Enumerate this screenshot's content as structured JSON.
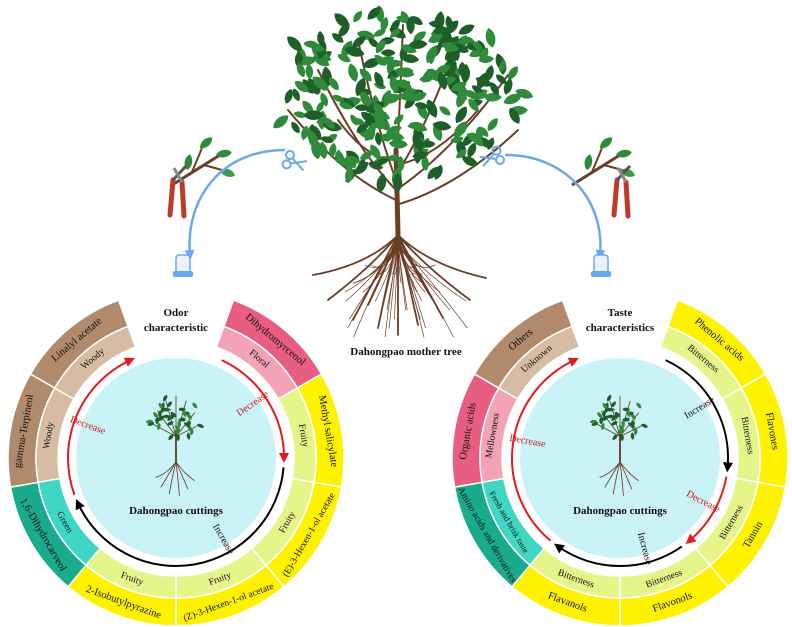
{
  "center_label": "Dahongpao mother tree",
  "odor": {
    "title_line1": "Odor",
    "title_line2": "characteristic",
    "center_label": "Dahongpao cuttings",
    "increase_label": "Increase",
    "decrease_label_a": "Decrease",
    "decrease_label_b": "Decrease",
    "segments": [
      {
        "compound": "Dihydromyrcenol",
        "attribute": "Floral",
        "outer_color": "#e85d82",
        "inner_color": "#f4a3b6"
      },
      {
        "compound": "Methyl salicylate",
        "attribute": "Fruity",
        "outer_color": "#fff200",
        "inner_color": "#e6f58a"
      },
      {
        "compound": "(E)-3-Hexen-1-ol acetate",
        "attribute": "Fruity",
        "outer_color": "#fff200",
        "inner_color": "#e6f58a"
      },
      {
        "compound": "(Z)-3-Hexen-1-ol acetate",
        "attribute": "Fruity",
        "outer_color": "#fff200",
        "inner_color": "#e6f58a"
      },
      {
        "compound": "2-Isobutylpyrazine",
        "attribute": "Fruity",
        "outer_color": "#fff200",
        "inner_color": "#e6f58a"
      },
      {
        "compound": "1,6-Dihydrocarveol",
        "attribute": "Green",
        "outer_color": "#1aaa8c",
        "inner_color": "#3fd6c4"
      },
      {
        "compound": "gamma-Terpineol",
        "attribute": "Woody",
        "outer_color": "#b08a6a",
        "inner_color": "#d6bca2"
      },
      {
        "compound": "Linalyl acetate",
        "attribute": "Woody",
        "outer_color": "#b08a6a",
        "inner_color": "#d6bca2"
      }
    ]
  },
  "taste": {
    "title_line1": "Taste",
    "title_line2": "characteristics",
    "center_label": "Dahongpao cuttings",
    "increase_label_a": "Increase",
    "increase_label_b": "Increase",
    "decrease_label_a": "Decrease",
    "decrease_label_b": "Decrease",
    "segments": [
      {
        "compound": "Phenolic acids",
        "attribute": "Bitterness",
        "outer_color": "#fff200",
        "inner_color": "#e6f58a"
      },
      {
        "compound": "Flavones",
        "attribute": "Bitterness",
        "outer_color": "#fff200",
        "inner_color": "#e6f58a"
      },
      {
        "compound": "Tannin",
        "attribute": "Bitterness",
        "outer_color": "#fff200",
        "inner_color": "#e6f58a"
      },
      {
        "compound": "Flavonols",
        "attribute": "Bitterness",
        "outer_color": "#fff200",
        "inner_color": "#e6f58a"
      },
      {
        "compound": "Flavanols",
        "attribute": "Bitterness",
        "outer_color": "#fff200",
        "inner_color": "#e6f58a"
      },
      {
        "compound": "Amino acids and derivatives",
        "attribute": "Fresh and brisk taste",
        "outer_color": "#1aaa8c",
        "inner_color": "#3fd6c4"
      },
      {
        "compound": "Organic acids",
        "attribute": "Mellowness",
        "outer_color": "#e85d82",
        "inner_color": "#f4a3b6"
      },
      {
        "compound": "Others",
        "attribute": "Unknown",
        "outer_color": "#b08a6a",
        "inner_color": "#d6bca2"
      }
    ]
  },
  "colors": {
    "inner_disc": "#c9f3f7",
    "increase_arrow": "#000000",
    "decrease_arrow": "#e31a1c",
    "cut_arrow": "#6aa9ec",
    "leaf": "#2f8a3a",
    "leaf_dark": "#1e5e28",
    "branch": "#6b3e26"
  }
}
